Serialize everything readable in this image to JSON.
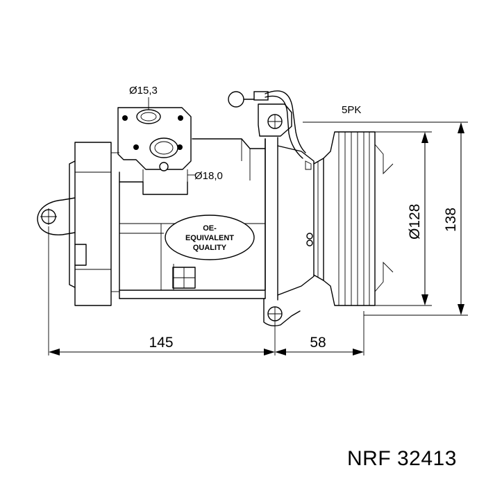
{
  "diagram": {
    "labels": {
      "port_suction": "Ø15,3",
      "port_discharge": "Ø18,0",
      "belt_profile": "5PK",
      "pulley_diameter": "Ø128",
      "overall_height": "138",
      "body_length": "145",
      "pulley_offset": "58"
    },
    "badge": {
      "line1": "OE-",
      "line2": "EQUIVALENT",
      "line3": "QUALITY"
    }
  },
  "footer": {
    "brand": "NRF",
    "part_number": "32413"
  }
}
